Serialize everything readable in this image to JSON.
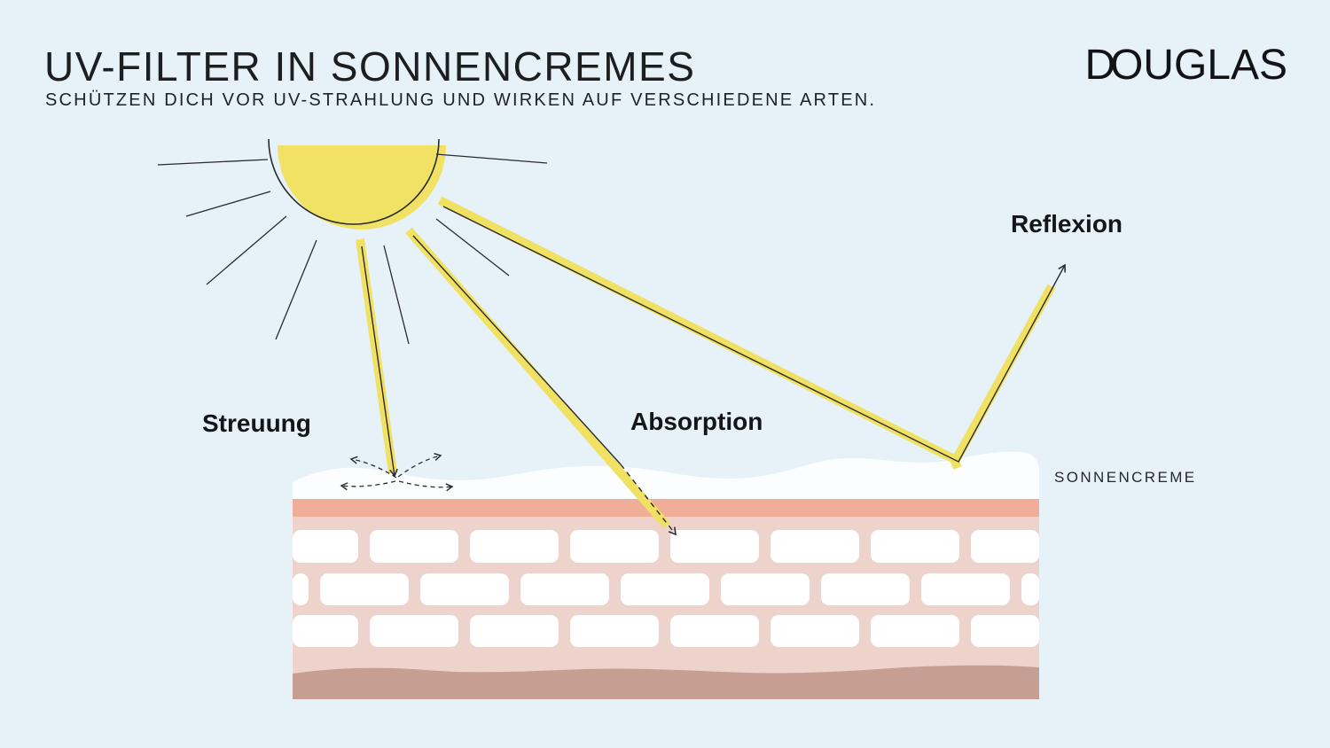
{
  "header": {
    "title": "UV-FILTER IN SONNENCREMES",
    "subtitle": "SCHÜTZEN DICH VOR UV-STRAHLUNG UND WIRKEN AUF VERSCHIEDENE ARTEN.",
    "brand": {
      "logo_d": "D",
      "logo_rest": "OUGLAS",
      "logo_full": "DOUGLAS"
    }
  },
  "diagram": {
    "labels": {
      "scattering": "Streuung",
      "absorption": "Absorption",
      "reflection": "Reflexion",
      "sunscreen": "SONNENCREME"
    },
    "elements": {
      "sun": "sun-half-disc-with-rays",
      "skin": "skin-cross-section-with-cells",
      "cream_layer": "sunscreen-cream-layer"
    }
  },
  "colors": {
    "background": "#e6f1f8",
    "sun_yellow": "#f1e266",
    "ray_yellow": "#f0e163",
    "outline_dark": "#2b2b2b",
    "cream_white": "#fbfdff",
    "skin_salmon": "#f0ad97",
    "skin_pink": "#edd3cb",
    "skin_deep": "#c69e92",
    "brick_white": "#ffffff",
    "text_dark": "#1d1e20"
  }
}
